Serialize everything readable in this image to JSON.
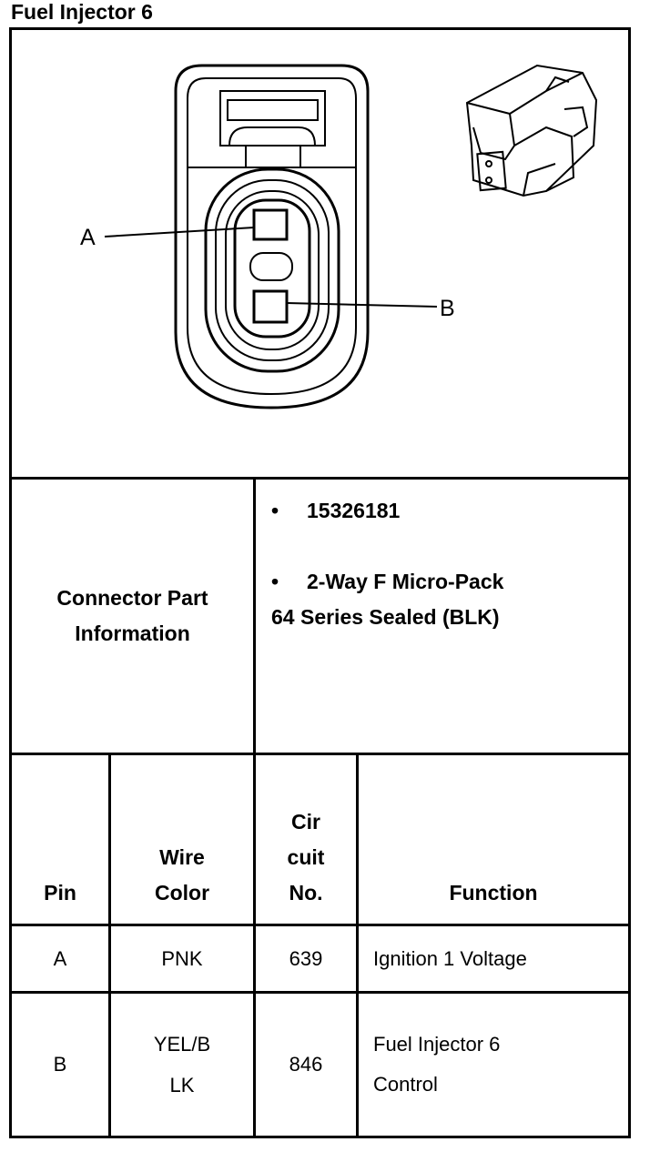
{
  "title": "Fuel Injector 6",
  "diagram": {
    "pin_a_label": "A",
    "pin_b_label": "B"
  },
  "connector_info": {
    "label_line1": "Connector Part",
    "label_line2": "Information",
    "bullet": "•",
    "part_number": "15326181",
    "desc_line1": "2-Way F Micro-Pack",
    "desc_line2": "64 Series Sealed (BLK)"
  },
  "table": {
    "headers": {
      "pin": "Pin",
      "wire_color_1": "Wire",
      "wire_color_2": "Color",
      "circuit_1": "Cir",
      "circuit_2": "cuit",
      "circuit_3": "No.",
      "function": "Function"
    },
    "rows": [
      {
        "pin": "A",
        "color_1": "PNK",
        "color_2": "",
        "circuit": "639",
        "function_1": "Ignition 1 Voltage",
        "function_2": ""
      },
      {
        "pin": "B",
        "color_1": "YEL/B",
        "color_2": "LK",
        "circuit": "846",
        "function_1": "Fuel Injector 6",
        "function_2": "Control"
      }
    ]
  }
}
